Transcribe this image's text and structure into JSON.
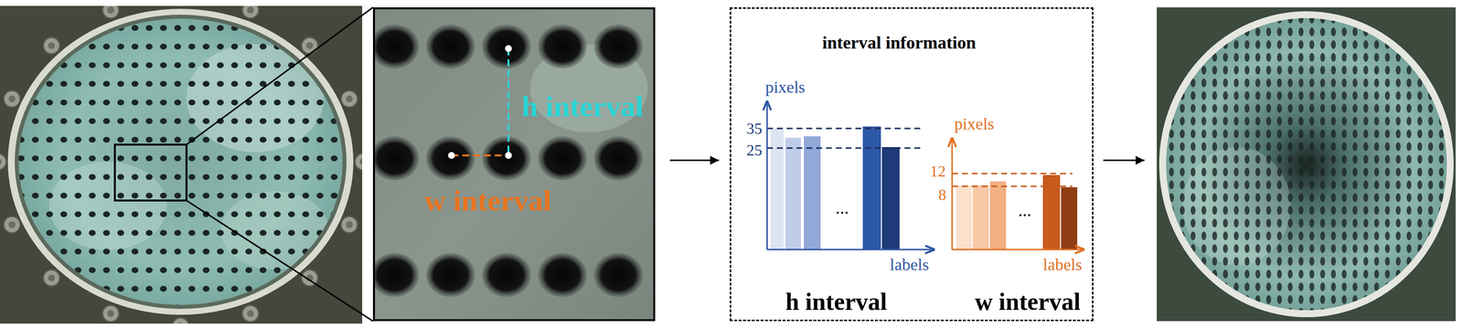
{
  "diagram": {
    "nodes": [
      {
        "text": [
          "h interval",
          "w interval"
        ]
      },
      {
        "text": [
          "interval information",
          "h interval",
          "w interval"
        ]
      }
    ],
    "edges": [
      {
        "from": 0,
        "to": 1,
        "arrow": "to"
      }
    ],
    "labels": [
      "pixels",
      "35",
      "25",
      "...",
      "labels",
      "pixels",
      "12",
      "8",
      "...",
      "labels"
    ]
  }
}
